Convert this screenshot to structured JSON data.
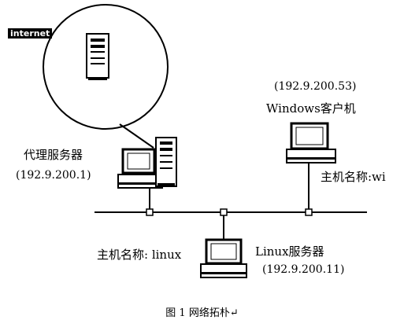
{
  "internet_label": "internet",
  "proxy_server": {
    "title": "代理服务器",
    "ip": "(192.9.200.1)"
  },
  "windows_client": {
    "ip": "(192.9.200.53)",
    "title": "Windows客户机",
    "hostname": "主机名称:wi"
  },
  "linux_server": {
    "hostname": "主机名称: linux",
    "title": "Linux服务器",
    "ip": "(192.9.200.11)"
  },
  "caption": "图 1  网络拓朴↵",
  "colors": {
    "line": "#000000",
    "background": "#ffffff",
    "screen": "#ffffff"
  }
}
